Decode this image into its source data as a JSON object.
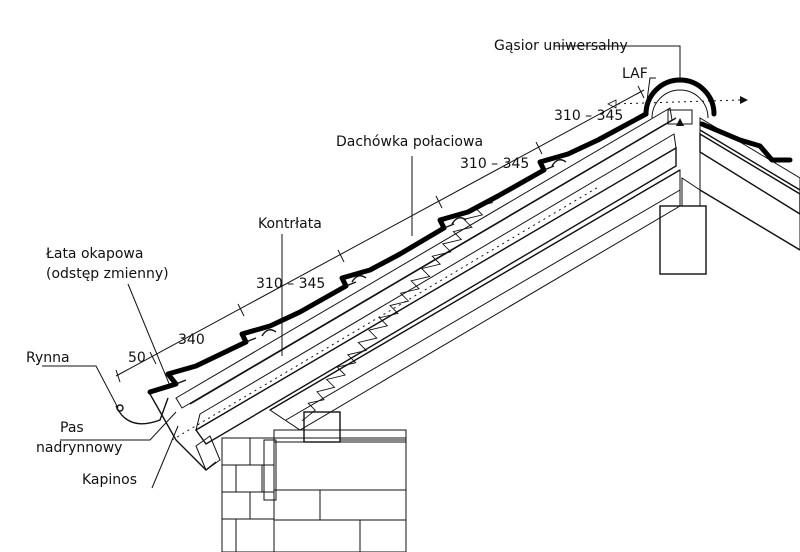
{
  "labels": {
    "gasior": "Gąsior uniwersalny",
    "laf": "LAF",
    "dachowka": "Dachówka połaciowa",
    "kontrlata": "Kontrłata",
    "lata_line1": "Łata okapowa",
    "lata_line2": "(odstęp zmienny)",
    "rynna": "Rynna",
    "pas_line1": "Pas",
    "pas_line2": "nadrynnowy",
    "kapinos": "Kapinos"
  },
  "dimensions": {
    "d50": "50",
    "d340": "340",
    "d310_1": "310 – 345",
    "d310_2": "310 – 345",
    "d310_3": "310 – 345"
  }
}
